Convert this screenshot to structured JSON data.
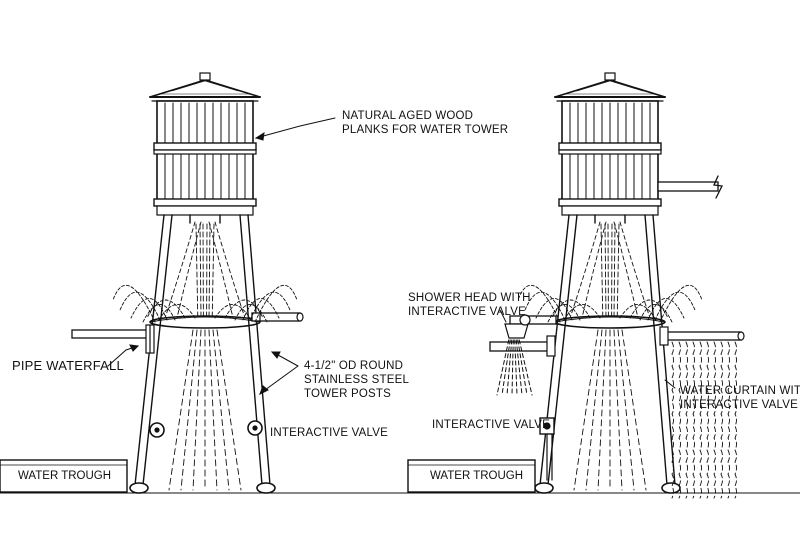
{
  "labels": {
    "wood_line1": "NATURAL AGED WOOD",
    "wood_line2": "PLANKS FOR WATER TOWER",
    "pipe_waterfall": "PIPE WATERFALL",
    "posts_line1": "4-1/2\" OD ROUND",
    "posts_line2": "STAINLESS STEEL",
    "posts_line3": "TOWER POSTS",
    "valve_left": "INTERACTIVE VALVE",
    "shower_line1": "SHOWER HEAD WITH",
    "shower_line2": "INTERACTIVE VALVE",
    "valve_right": "INTERACTIVE VALVE",
    "curtain_line1": "WATER CURTAIN WITH",
    "curtain_line2": "INTERACTIVE VALVE",
    "trough_left": "WATER TROUGH",
    "trough_right": "WATER TROUGH"
  }
}
